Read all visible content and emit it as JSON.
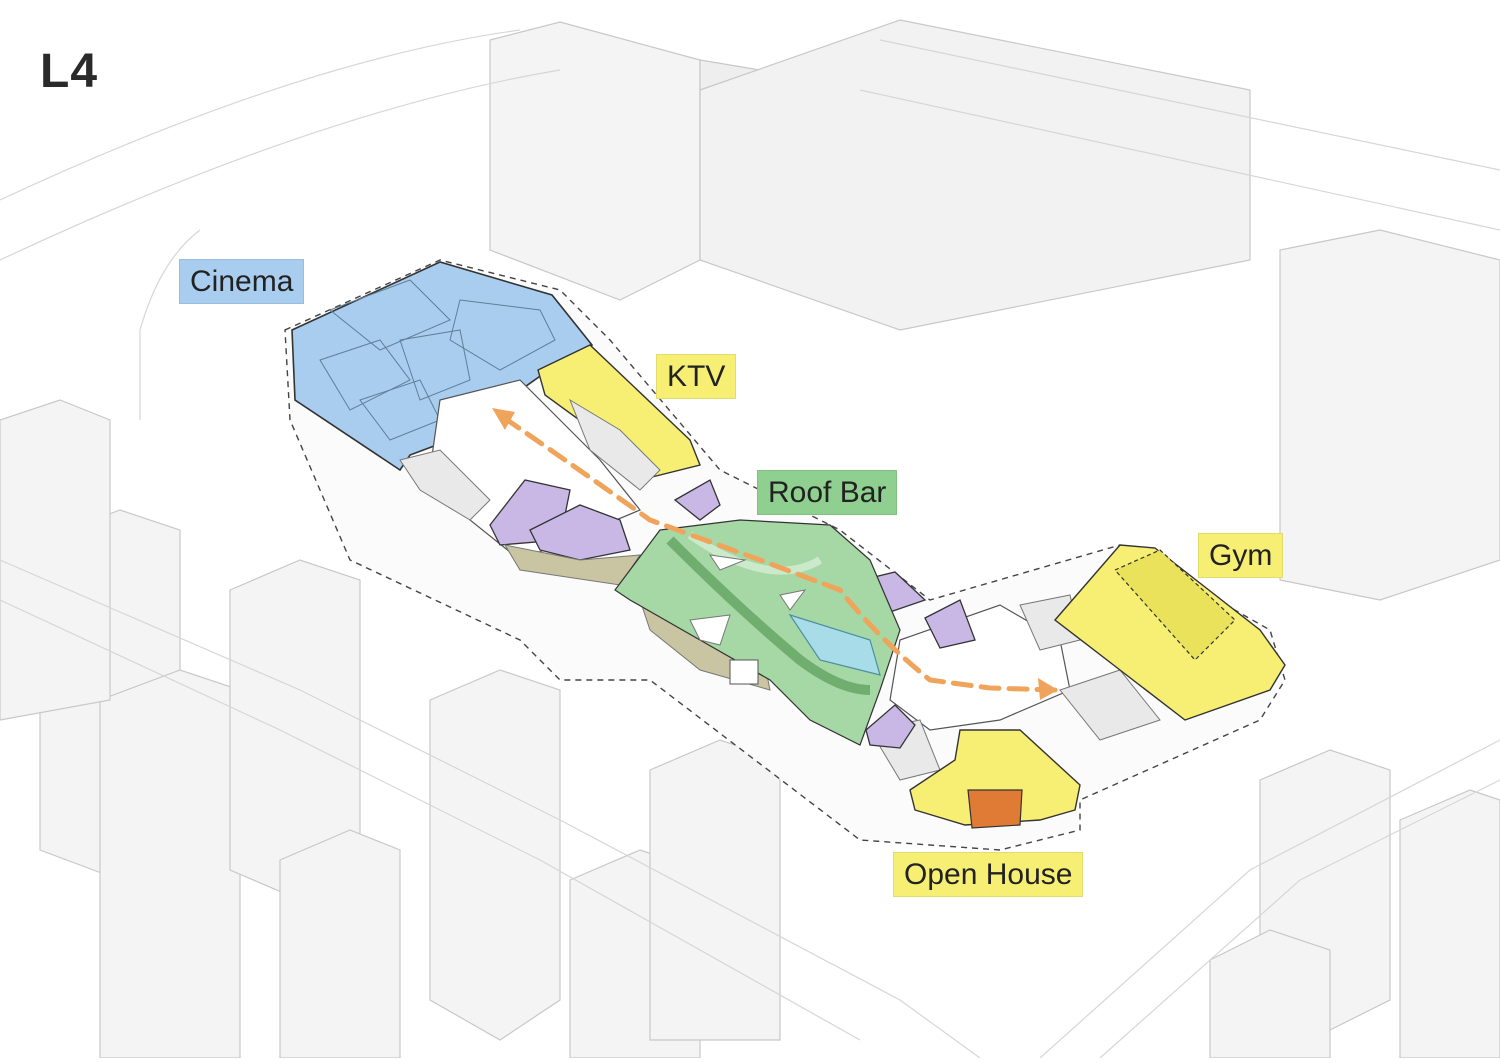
{
  "floor": "L4",
  "zones": [
    {
      "id": "cinema",
      "label": "Cinema",
      "color": "#a9cdef"
    },
    {
      "id": "ktv",
      "label": "KTV",
      "color": "#f6ef74"
    },
    {
      "id": "roof_bar",
      "label": "Roof Bar",
      "color": "#8fcf8f"
    },
    {
      "id": "gym",
      "label": "Gym",
      "color": "#f6ef74"
    },
    {
      "id": "open_house",
      "label": "Open House",
      "color": "#f6ef74"
    }
  ],
  "colors": {
    "retail": "#c9b8e6",
    "plaza": "#c9c4a2",
    "green": "#a6d8a6",
    "water": "#a7dce8",
    "feature": "#e07b36",
    "circulation": "#f0a35a"
  }
}
